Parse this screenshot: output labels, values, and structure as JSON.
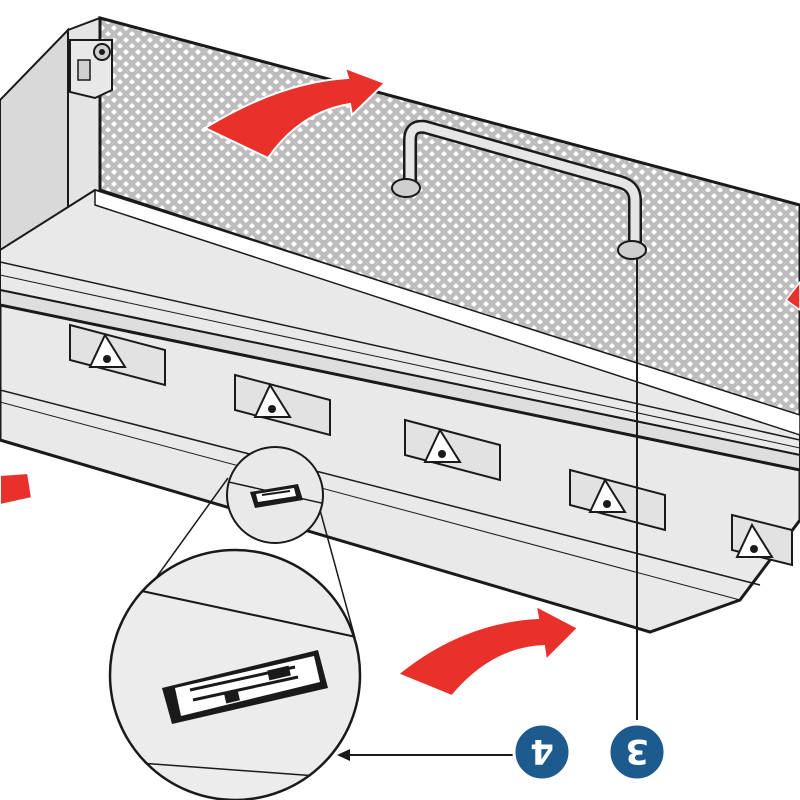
{
  "callouts": [
    {
      "number": "4",
      "target": "label-magnifier"
    },
    {
      "number": "3",
      "target": "handle-mount"
    }
  ],
  "colors": {
    "panel": "#e9e9e9",
    "panel_dark": "#d2d2d2",
    "outline": "#1a1a1a",
    "arrow": "#e8312b",
    "callout": "#1d5a8e",
    "mesh_bg": "#bdbdbd",
    "mesh_dot": "#ffffff"
  },
  "icons": {
    "arrows": "rotate-arrow-icon",
    "label": "nameplate-icon",
    "bracket": "triangle-bracket-icon"
  }
}
